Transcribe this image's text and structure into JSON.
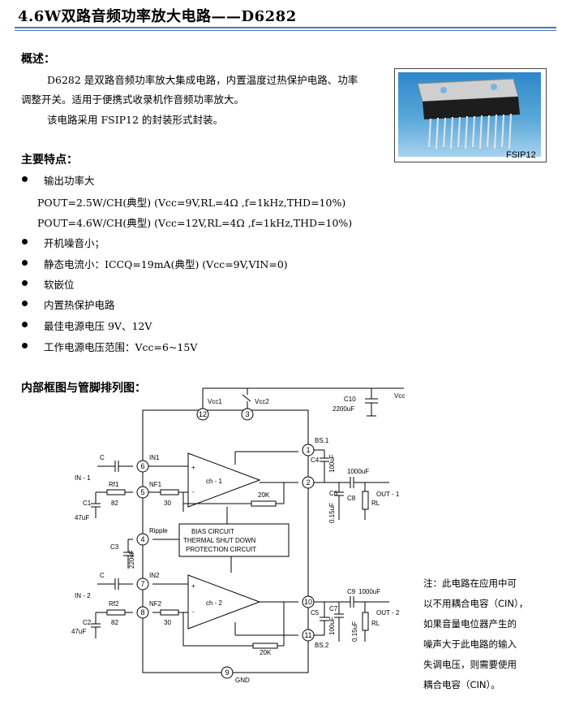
{
  "title": "4.6W双路音频功率放大电路——D6282",
  "overview": {
    "heading": "概述：",
    "line1": "D6282 是双路音频功率放大集成电路，内置温度过热保护电路、功率",
    "line2": "调整开关。适用于便携式收录机作音频功率放大。",
    "line3": "该电路采用 FSIP12 的封装形式封装。"
  },
  "photo": {
    "label": "FSIP12",
    "colors": {
      "background": "#2e87c9",
      "body": "#1a1a1a",
      "heatsink": "#c9c9c9"
    }
  },
  "features": {
    "heading": "主要特点：",
    "items": [
      "输出功率大",
      "POUT=2.5W/CH(典型)    (Vcc=9V,RL=4Ω ,f=1kHz,THD=10%)",
      "POUT=4.6W/CH(典型)    (Vcc=12V,RL=4Ω ,f=1kHz,THD=10%)",
      "开机噪音小；",
      "静态电流小：ICCQ=19mA(典型) (Vcc=9V,VIN=0)",
      "软嵌位",
      "内置热保护电路",
      "最佳电源电压  9V、12V",
      "工作电源电压范围：Vcc=6~15V"
    ]
  },
  "diagram": {
    "heading": "内部框图与管脚排列图：",
    "pins": [
      "12",
      "3",
      "1",
      "2",
      "6",
      "5",
      "4",
      "7",
      "8",
      "10",
      "11",
      "9"
    ],
    "labels": {
      "vcc1": "Vcc1",
      "vcc2": "Vcc2",
      "vcc": "Vcc",
      "c10": "C10",
      "c10v": "2200uF",
      "bs1": "BS.1",
      "bs2": "BS.2",
      "in1": "IN1",
      "nf1": "NF1",
      "in2": "IN2",
      "nf2": "NF2",
      "ripple": "Ripple",
      "gnd": "GND",
      "ch1": "ch - 1",
      "ch2": "ch - 2",
      "bias1": "BIAS  CIRCUIT",
      "bias2": "THERMAL SHUT DOWN",
      "bias3": "PROTECTION CIRCUIT",
      "cin": "C",
      "in1ext": "IN - 1",
      "in2ext": "IN - 2",
      "rf1": "Rf1",
      "rf2": "Rf2",
      "r82": "82",
      "r30": "30",
      "r20k": "20K",
      "c1": "C1",
      "c1v": "47uF",
      "c2": "C2",
      "c2v": "47uF",
      "c3": "C3",
      "c3v": "220uF",
      "c4": "C4",
      "c4v": "100uF",
      "c5": "C5",
      "c5v": "100uF",
      "c6": "C6",
      "c6v": "0.15uF",
      "c7": "C7",
      "c7v": "0.15uF",
      "c8": "C8",
      "c9": "C9",
      "c1000": "1000uF",
      "out1": "OUT - 1",
      "out2": "OUT - 2",
      "rl": "RL",
      "plus": "+",
      "minus": "-"
    }
  },
  "note": {
    "lines": [
      "注：此电路在应用中可",
      "以不用耦合电容（CIN），",
      "如果音量电位器产生的",
      "噪声大于此电路的输入",
      "失调电压，则需要使用",
      "耦合电容（CIN）。"
    ]
  }
}
